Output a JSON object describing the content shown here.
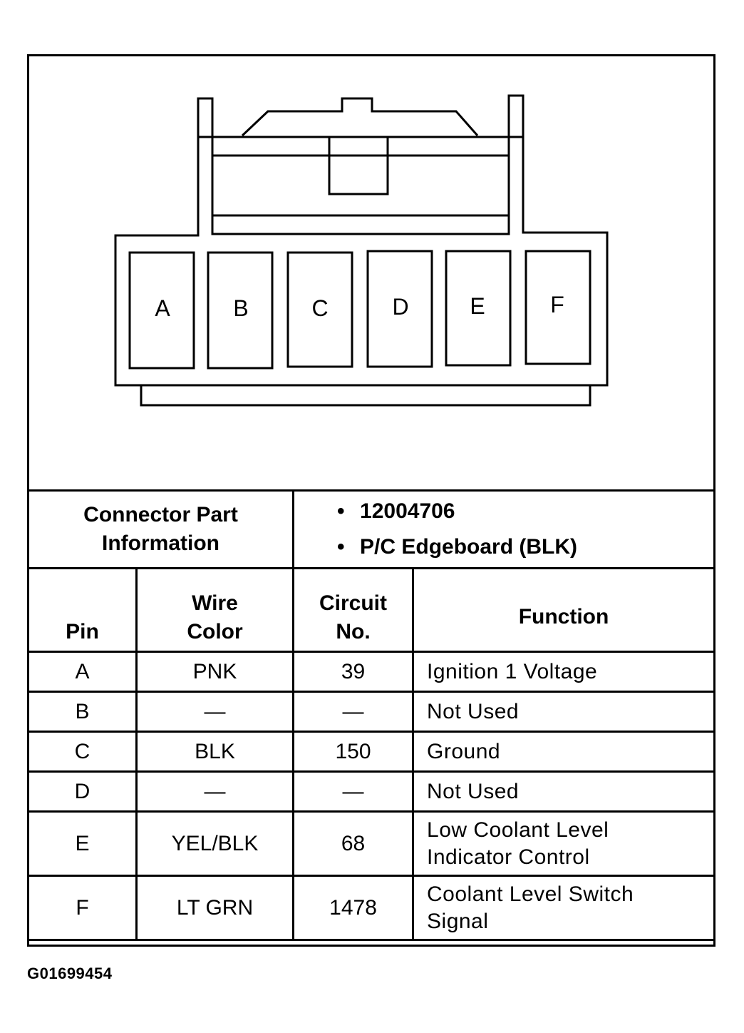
{
  "connector": {
    "pins": [
      "A",
      "B",
      "C",
      "D",
      "E",
      "F"
    ]
  },
  "part_info": {
    "label_line1": "Connector Part",
    "label_line2": "Information",
    "items": [
      "12004706",
      "P/C Edgeboard (BLK)"
    ]
  },
  "table": {
    "headers": {
      "pin": "Pin",
      "wire_line1": "Wire",
      "wire_line2": "Color",
      "circuit_line1": "Circuit",
      "circuit_line2": "No.",
      "function": "Function"
    },
    "rows": [
      {
        "pin": "A",
        "wire": "PNK",
        "circuit": "39",
        "function_line1": "Ignition 1 Voltage",
        "function_line2": ""
      },
      {
        "pin": "B",
        "wire": "—",
        "circuit": "—",
        "function_line1": "Not Used",
        "function_line2": ""
      },
      {
        "pin": "C",
        "wire": "BLK",
        "circuit": "150",
        "function_line1": "Ground",
        "function_line2": ""
      },
      {
        "pin": "D",
        "wire": "—",
        "circuit": "—",
        "function_line1": "Not Used",
        "function_line2": ""
      },
      {
        "pin": "E",
        "wire": "YEL/BLK",
        "circuit": "68",
        "function_line1": "Low Coolant Level",
        "function_line2": "Indicator Control"
      },
      {
        "pin": "F",
        "wire": "LT GRN",
        "circuit": "1478",
        "function_line1": "Coolant Level Switch",
        "function_line2": "Signal"
      }
    ]
  },
  "figure_id": "G01699454"
}
